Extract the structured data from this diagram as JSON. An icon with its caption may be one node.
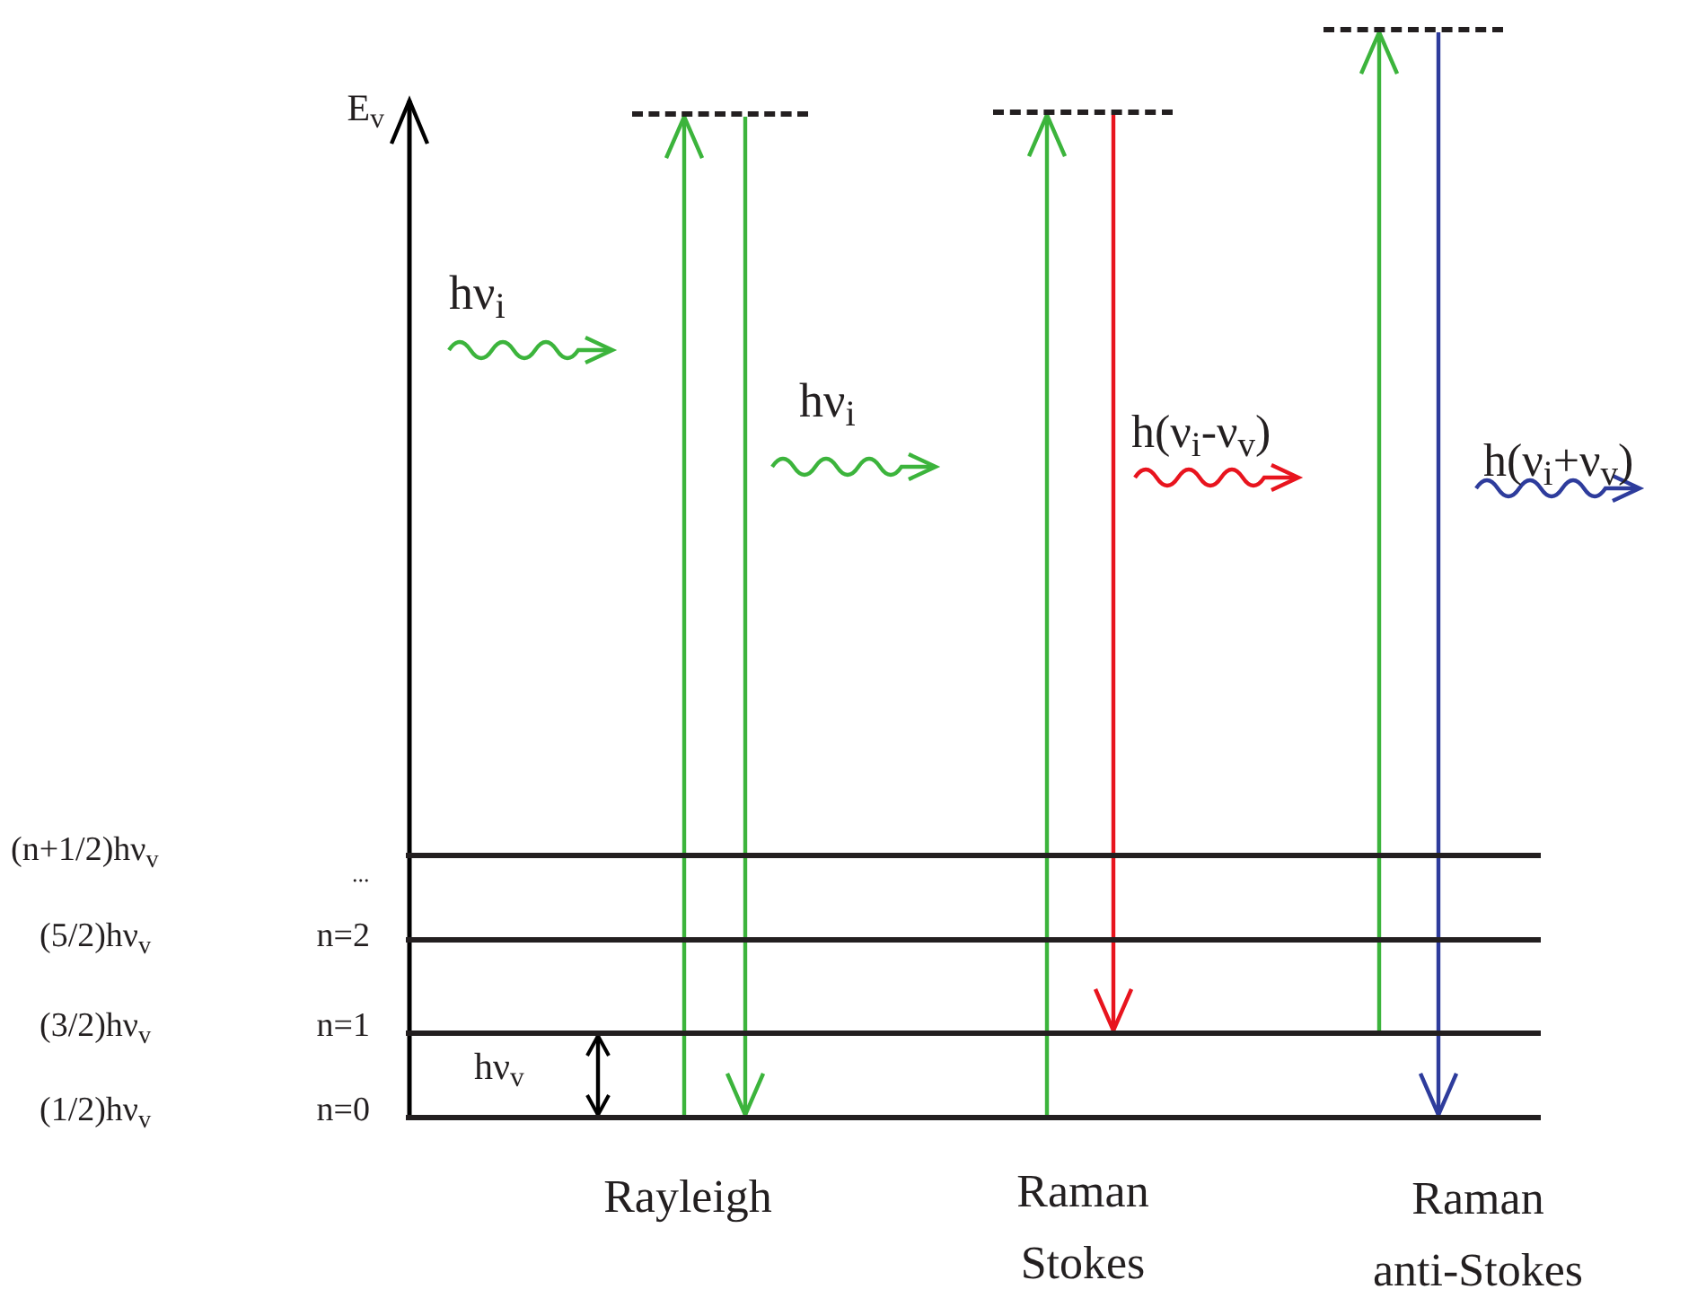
{
  "diagram": {
    "nodes": [
      {
        "text": [],
        "shape": "bar"
      },
      {
        "text": [],
        "shape": "bar"
      },
      {
        "text": [],
        "shape": "bar"
      },
      {
        "text": [],
        "shape": "bar"
      },
      {
        "text": [],
        "shape": "bar"
      },
      {
        "text": [],
        "shape": "bar"
      },
      {
        "text": [],
        "shape": "bar"
      }
    ],
    "edges": [
      {
        "from": 0,
        "to": 4,
        "arrow": "to"
      },
      {
        "from": 4,
        "to": 0,
        "arrow": "to"
      },
      {
        "from": 0,
        "to": 5,
        "arrow": "to"
      },
      {
        "from": 5,
        "to": 1,
        "arrow": "to",
        "color": "#e8141e"
      },
      {
        "from": 1,
        "to": 6,
        "arrow": "to"
      },
      {
        "from": 6,
        "to": 0,
        "arrow": "to",
        "color": "#2e3c9c"
      },
      {
        "from": 1,
        "to": 0,
        "arrow": "both",
        "color": "#000000"
      }
    ],
    "labels": [
      "E$_{v}$",
      "hν$_{i}$",
      "hν$_{i}$",
      "h(ν$_{i}$-ν$_{v}$)",
      "h(ν$_{i}$+ν$_{v}$)",
      "(n+1/2)hν$_{v}$",
      "...",
      "(5/2)hν$_{v}$",
      "n=2",
      "(3/2)hν$_{v}$",
      "n=1",
      "hν$_{v}$",
      "(1/2)hν$_{v}$",
      "n=0",
      "Rayleigh",
      "Raman Stokes",
      "Raman anti-Stokes"
    ]
  }
}
